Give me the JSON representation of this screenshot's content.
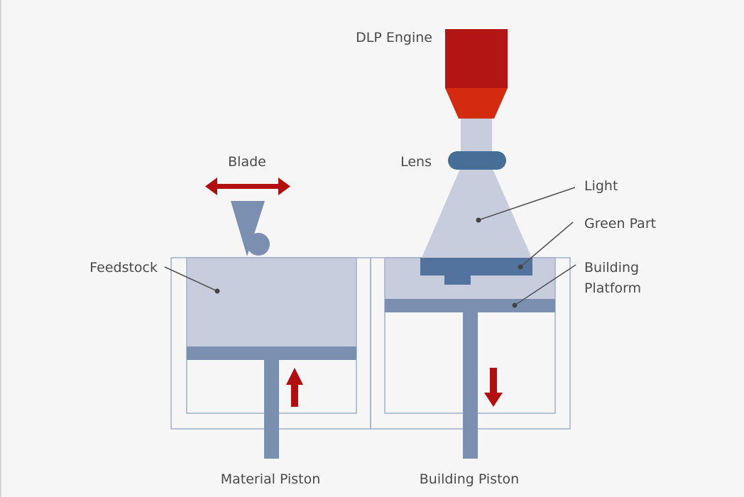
{
  "diagram": {
    "title": "DLP 3D Printing Process",
    "labels": {
      "dlp_engine": "DLP Engine",
      "lens": "Lens",
      "blade": "Blade",
      "light": "Light",
      "green_part": "Green Part",
      "building_platform_line1": "Building",
      "building_platform_line2": "Platform",
      "feedstock": "Feedstock",
      "material_piston": "Material Piston",
      "building_piston": "Building Piston"
    },
    "arrows": {
      "blade_motion": "bidirectional-horizontal",
      "material_piston_motion": "up",
      "building_piston_motion": "down"
    },
    "colors": {
      "background": "#f6f6f6",
      "engine_dark_red": "#b31414",
      "engine_orange_red": "#d42a10",
      "arrow_red": "#b30f0f",
      "light_beam": "#c8cddd",
      "lens_blue": "#476e97",
      "green_part_blue": "#52739d",
      "piston_blue": "#7b90b0",
      "feedstock_fill": "#c8cddd",
      "tank_outline": "#9fb0c8",
      "leader_line": "#555555",
      "label_text": "#4a4a4a"
    }
  }
}
